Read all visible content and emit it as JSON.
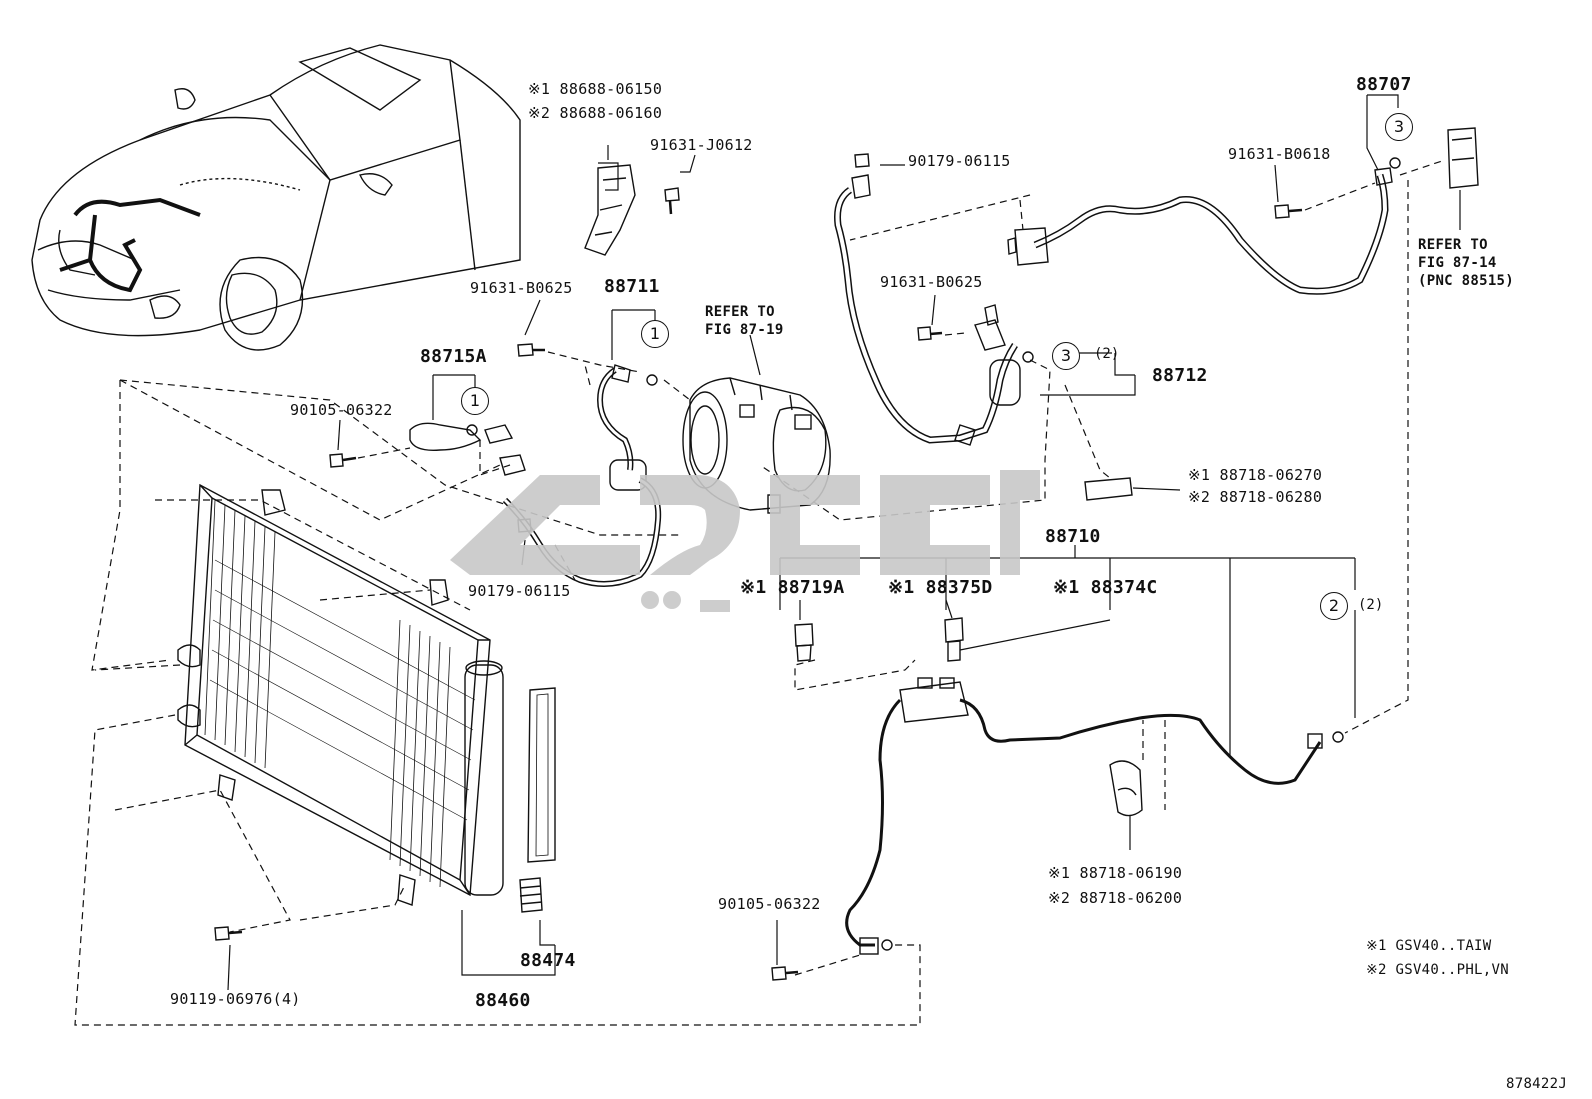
{
  "labels": {
    "p88688_1": "※1 88688-06150",
    "p88688_2": "※2 88688-06160",
    "p91631_j0612": "91631-J0612",
    "p88711": "88711",
    "p91631_b0625a": "91631-B0625",
    "refer_19": "REFER TO\nFIG 87-19",
    "p88715a": "88715A",
    "p90105_a": "90105-06322",
    "p90179_a": "90179-06115",
    "p90179_b": "90179-06115",
    "p91631_b0625b": "91631-B0625",
    "p88712": "88712",
    "p88707": "88707",
    "p91631_b0618": "91631-B0618",
    "refer_14": "REFER TO\nFIG 87-14\n(PNC 88515)",
    "p88718_a1": "※1 88718-06270",
    "p88718_a2": "※2 88718-06280",
    "p88710": "88710",
    "p88719a": "※1 88719A",
    "p88375d": "※1 88375D",
    "p88374c": "※1 88374C",
    "p88718_b1": "※1 88718-06190",
    "p88718_b2": "※2 88718-06200",
    "p90105_b": "90105-06322",
    "p88474": "88474",
    "p88460": "88460",
    "p90119": "90119-06976(4)",
    "note1": "※1 GSV40..TAIW",
    "note2": "※2 GSV40..PHL,VN",
    "fig_code": "878422J"
  },
  "callouts": {
    "c1a": "1",
    "c1b": "1",
    "c2": "2",
    "c3a": "3",
    "c3b": "3",
    "qty_2a": "(2)",
    "qty_2b": "(2)"
  },
  "colors": {
    "line": "#111111",
    "watermark": "#c8c8c8"
  }
}
